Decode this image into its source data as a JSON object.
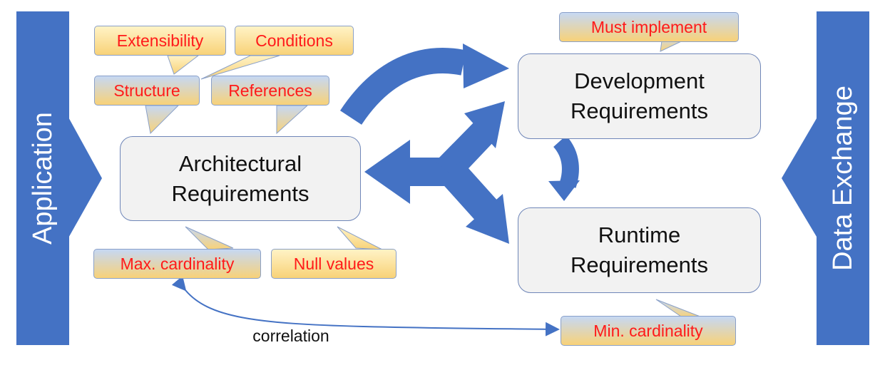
{
  "bars": {
    "left": "Application",
    "right": "Data Exchange"
  },
  "boxes": {
    "architectural": {
      "line1": "Architectural",
      "line2": "Requirements"
    },
    "development": {
      "line1": "Development",
      "line2": "Requirements"
    },
    "runtime": {
      "line1": "Runtime",
      "line2": "Requirements"
    }
  },
  "callouts": {
    "extensibility": "Extensibility",
    "conditions": "Conditions",
    "structure": "Structure",
    "references": "References",
    "must_implement": "Must implement",
    "max_cardinality": "Max. cardinality",
    "null_values": "Null values",
    "min_cardinality": "Min. cardinality"
  },
  "labels": {
    "correlation": "correlation"
  },
  "colors": {
    "bar_blue": "#4472c4",
    "arrow_blue": "#4472c4",
    "callout_text": "#ff1a1a",
    "box_fill": "#f2f2f2",
    "box_border": "#6f86b8",
    "callout_yellow": "#f8d278",
    "callout_blue": "#c6d8f3"
  }
}
